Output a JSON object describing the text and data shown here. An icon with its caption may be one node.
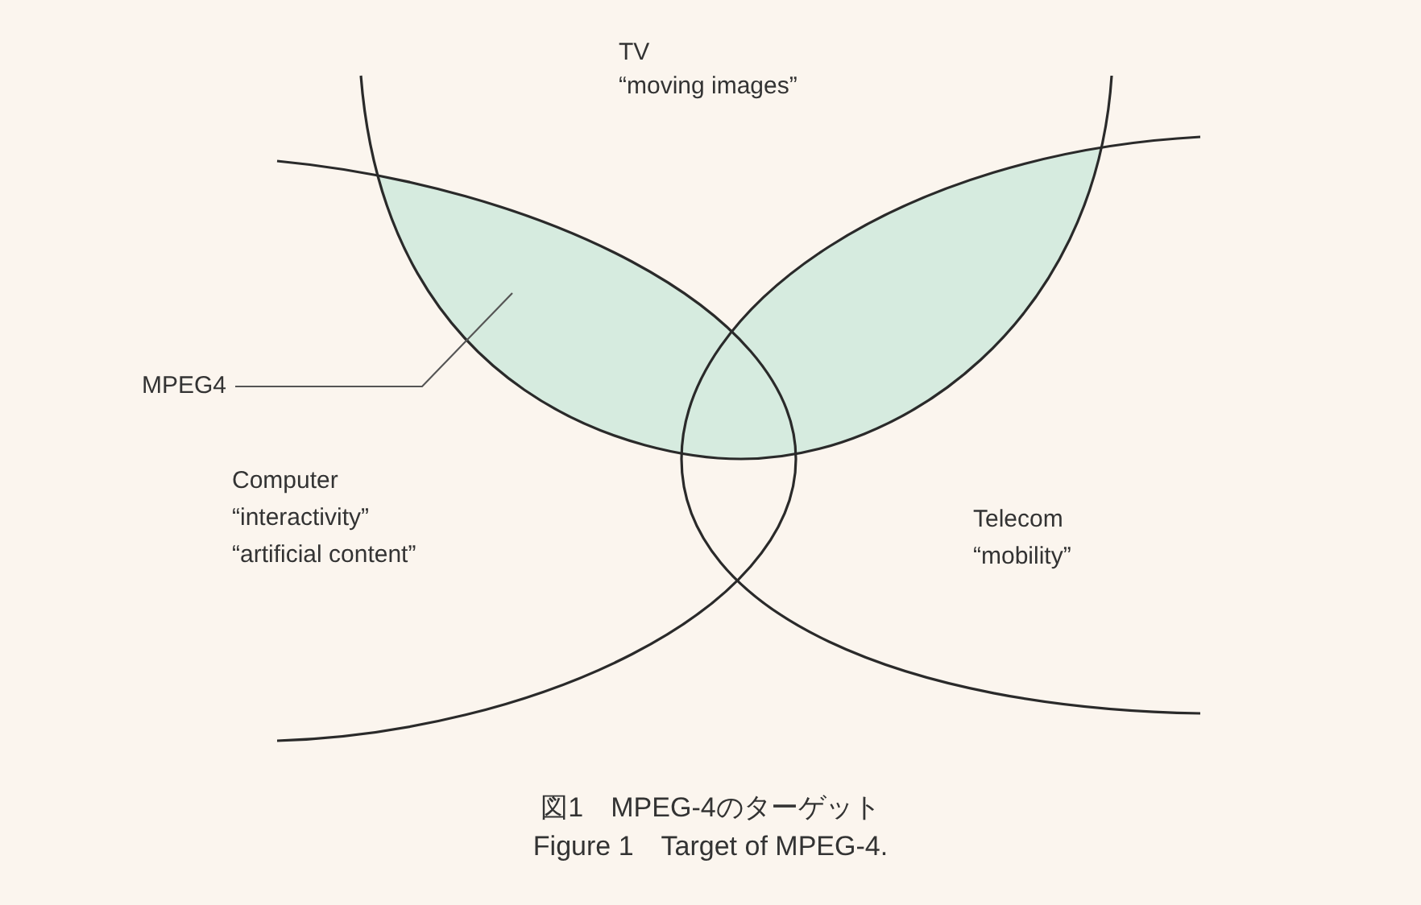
{
  "diagram": {
    "caption": "図1　MPEG-4のターゲット",
    "nodes": [
      {
        "text": [
          "MPEG4"
        ]
      },
      {
        "text": [],
        "shape": "region"
      }
    ],
    "edges": [
      {
        "from": 0,
        "to": 1,
        "arrow": "none"
      }
    ],
    "labels": [
      "TV",
      "“moving images”",
      "Computer",
      "“interactivity”",
      "“artificial content”",
      "Telecom",
      "“mobility”",
      "Figure 1　Target of MPEG-4."
    ]
  }
}
